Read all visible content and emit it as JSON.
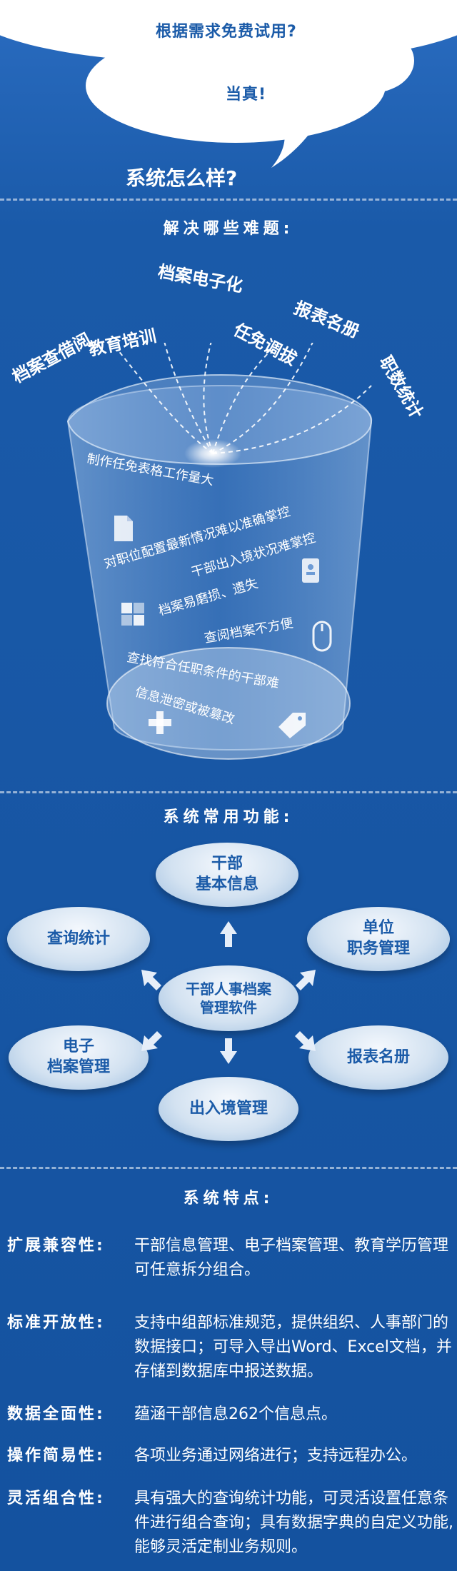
{
  "top": {
    "line1": "根据需求免费试用?",
    "line2": "当真!",
    "line3": "系统怎么样?"
  },
  "problems": {
    "title": "解决哪些难题:",
    "arc_labels": [
      "档案查借阅",
      "教育培训",
      "档案电子化",
      "任免调拔",
      "报表名册",
      "职数统计"
    ],
    "cup_lines": [
      "制作任免表格工作量大",
      "对职位配置最新情况难以准确掌控",
      "干部出入境状况难掌控",
      "档案易磨损、遗失",
      "查阅档案不方便",
      "查找符合任职条件的干部难",
      "信息泄密或被篡改"
    ]
  },
  "functions": {
    "title": "系统常用功能:",
    "center": [
      "干部人事档案",
      "管理软件"
    ],
    "nodes": {
      "top": [
        "干部",
        "基本信息"
      ],
      "right_top": [
        "单位",
        "职务管理"
      ],
      "right_bottom": [
        "报表名册"
      ],
      "bottom": [
        "出入境管理"
      ],
      "left_bottom": [
        "电子",
        "档案管理"
      ],
      "left_top": [
        "查询统计"
      ]
    }
  },
  "features": {
    "title": "系统特点:",
    "items": [
      {
        "label": "扩展兼容性:",
        "desc": "干部信息管理、电子档案管理、教育学历管理可任意拆分组合。"
      },
      {
        "label": "标准开放性:",
        "desc": "支持中组部标准规范，提供组织、人事部门的数据接口；可导入导出Word、Excel文档，并存储到数据库中报送数据。"
      },
      {
        "label": "数据全面性:",
        "desc": "蕴涵干部信息262个信息点。"
      },
      {
        "label": "操作简易性:",
        "desc": "各项业务通过网络进行；支持远程办公。"
      },
      {
        "label": "灵活组合性:",
        "desc": "具有强大的查询统计功能，可灵活设置任意条件进行组合查询；具有数据字典的自定义功能,能够灵活定制业务规则。"
      }
    ]
  },
  "icons": [
    "document-icon",
    "contact-book-icon",
    "grid-icon",
    "mouse-icon",
    "plus-icon",
    "tag-icon"
  ]
}
